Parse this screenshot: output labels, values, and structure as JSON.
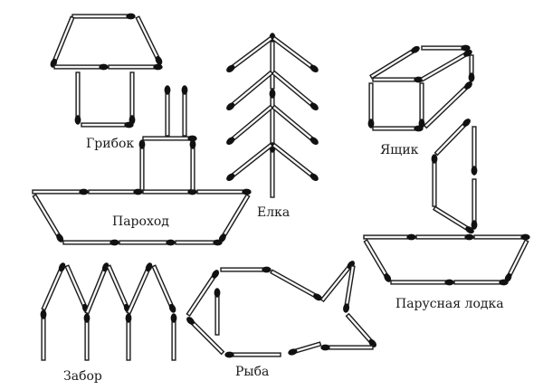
{
  "labels": {
    "mushroom": "Грибок",
    "steamboat": "Пароход",
    "fir": "Елка",
    "box": "Ящик",
    "sailboat": "Парусная лодка",
    "fence": "Забор",
    "fish": "Рыба"
  },
  "colors": {
    "ink": "#1c1c1c",
    "match_head": "#111111",
    "background": "#ffffff"
  }
}
